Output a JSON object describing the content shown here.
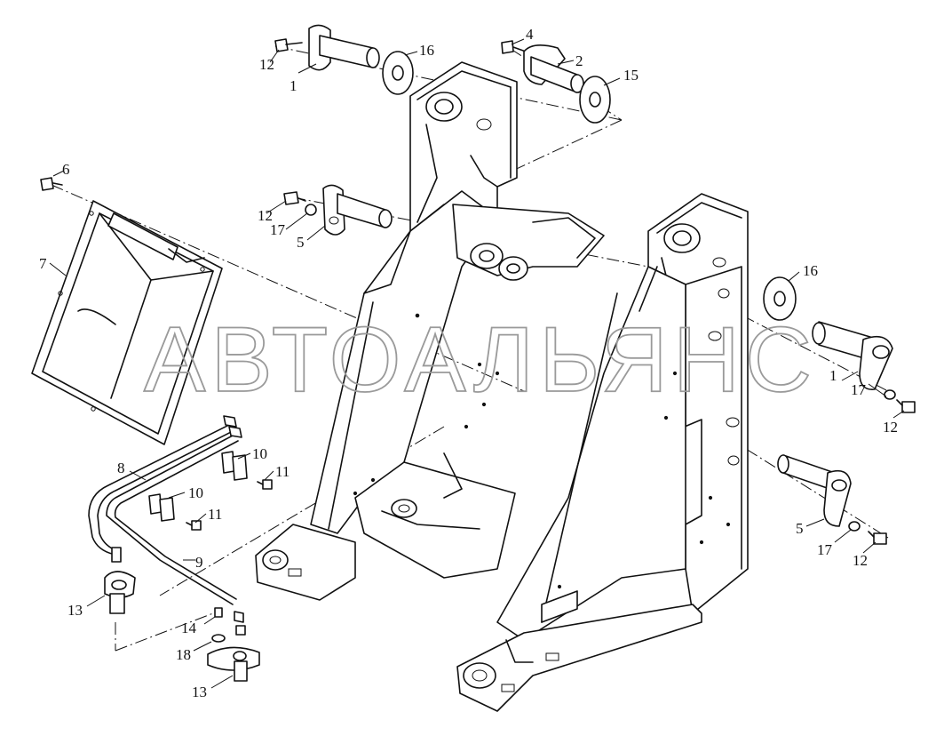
{
  "watermark": "АВТОАЛЬЯНС",
  "callouts": [
    "1",
    "2",
    "4",
    "5",
    "6",
    "7",
    "8",
    "9",
    "10",
    "11",
    "12",
    "13",
    "14",
    "15",
    "16",
    "17",
    "18"
  ],
  "colors": {
    "line": "#111111",
    "watermark": "#9a9a9a",
    "background": "#ffffff"
  }
}
